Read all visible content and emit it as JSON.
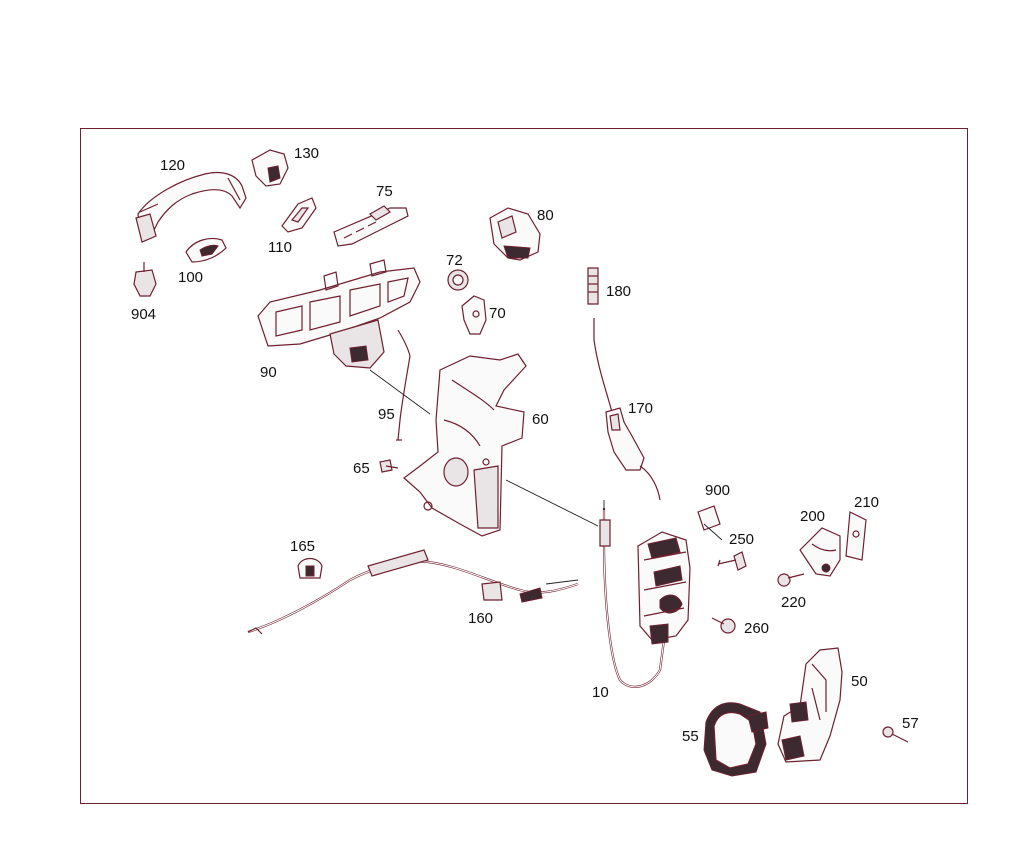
{
  "diagram": {
    "frame_color": "#6e2030",
    "labels": {
      "p10": "10",
      "p50": "50",
      "p55": "55",
      "p57": "57",
      "p60": "60",
      "p65": "65",
      "p70": "70",
      "p72": "72",
      "p75": "75",
      "p80": "80",
      "p90": "90",
      "p95": "95",
      "p100": "100",
      "p110": "110",
      "p120": "120",
      "p130": "130",
      "p160": "160",
      "p165": "165",
      "p170": "170",
      "p180": "180",
      "p200": "200",
      "p210": "210",
      "p220": "220",
      "p250": "250",
      "p260": "260",
      "p900": "900",
      "p904": "904"
    }
  }
}
